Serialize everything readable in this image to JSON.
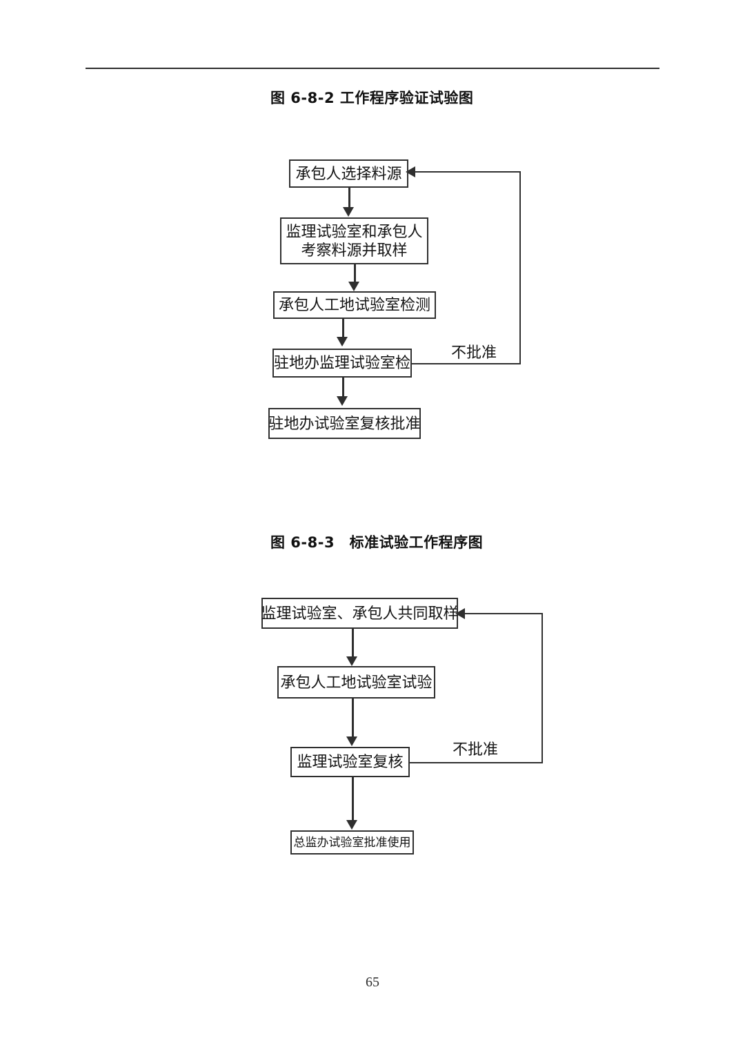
{
  "page": {
    "number": "65",
    "header_rule": true
  },
  "figures": [
    {
      "caption": "图 6-8-2 工作程序验证试验图",
      "nodes": [
        {
          "text": "承包人选择料源"
        },
        {
          "text_line1": "监理试验室和承包人",
          "text_line2": "考察料源并取样"
        },
        {
          "text": "承包人工地试验室检测"
        },
        {
          "text": "驻地办监理试验室检"
        },
        {
          "text": "驻地办试验室复核批准"
        }
      ],
      "edge_labels": [
        {
          "text": "不批准"
        }
      ]
    },
    {
      "caption": "图 6-8-3　标准试验工作程序图",
      "nodes": [
        {
          "text": "监理试验室、承包人共同取样"
        },
        {
          "text": "承包人工地试验室试验"
        },
        {
          "text": "监理试验室复核"
        },
        {
          "text": "总监办试验室批准使用"
        }
      ],
      "edge_labels": [
        {
          "text": "不批准"
        }
      ]
    }
  ],
  "colors": {
    "ink": "#141414",
    "stroke": "#2f2f2f",
    "rule": "#2b2b2b",
    "paper": "#ffffff"
  }
}
